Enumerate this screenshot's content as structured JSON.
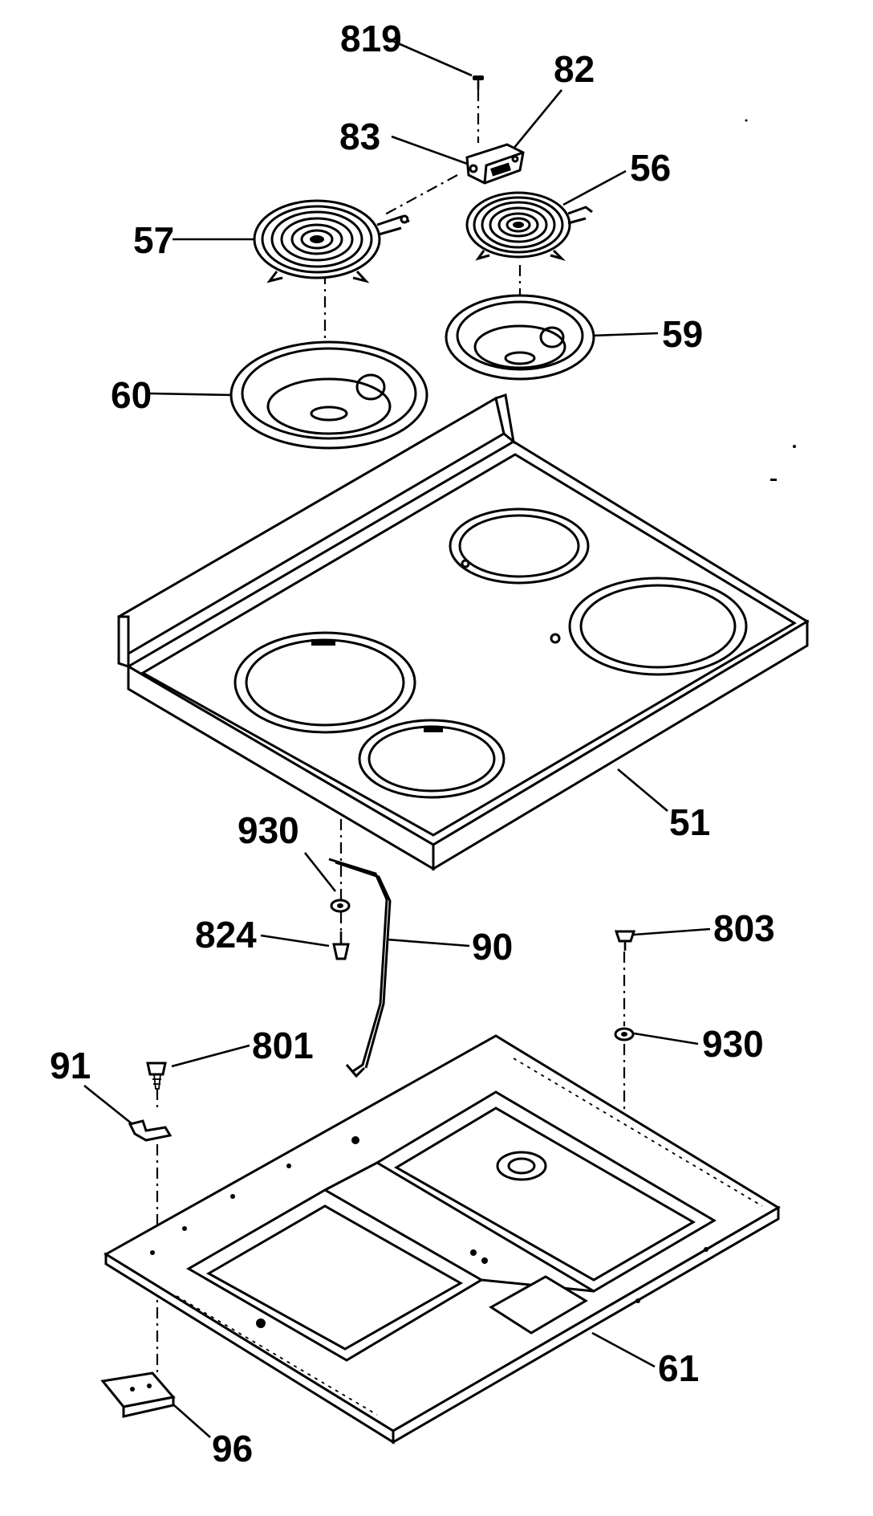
{
  "callouts": [
    {
      "id": "819",
      "text": "819"
    },
    {
      "id": "82",
      "text": "82"
    },
    {
      "id": "83",
      "text": "83"
    },
    {
      "id": "56",
      "text": "56"
    },
    {
      "id": "57",
      "text": "57"
    },
    {
      "id": "59",
      "text": "59"
    },
    {
      "id": "60",
      "text": "60"
    },
    {
      "id": "51",
      "text": "51"
    },
    {
      "id": "930a",
      "text": "930"
    },
    {
      "id": "824",
      "text": "824"
    },
    {
      "id": "90",
      "text": "90"
    },
    {
      "id": "803",
      "text": "803"
    },
    {
      "id": "930b",
      "text": "930"
    },
    {
      "id": "91",
      "text": "91"
    },
    {
      "id": "801",
      "text": "801"
    },
    {
      "id": "61",
      "text": "61"
    },
    {
      "id": "96",
      "text": "96"
    }
  ]
}
